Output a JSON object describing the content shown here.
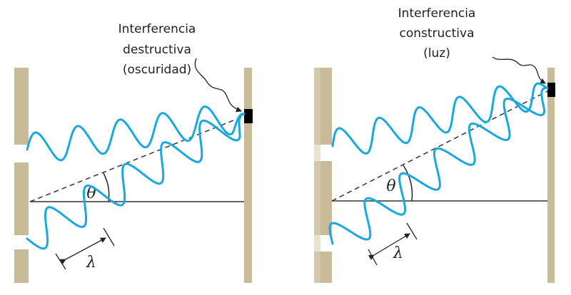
{
  "colors": {
    "wave": "#1aa8e0",
    "barrier": "#c8bb98",
    "barrier_light": "#d9cfb3",
    "line": "#333333",
    "detector": "#000000"
  },
  "panels": [
    {
      "title_lines": [
        "Interferencia",
        "destructiva",
        "(oscuridad)"
      ],
      "theta": "θ",
      "lambda": "λ"
    },
    {
      "title_lines": [
        "Interferencia",
        "constructiva",
        "(luz)"
      ],
      "theta": "θ",
      "lambda": "λ"
    }
  ]
}
